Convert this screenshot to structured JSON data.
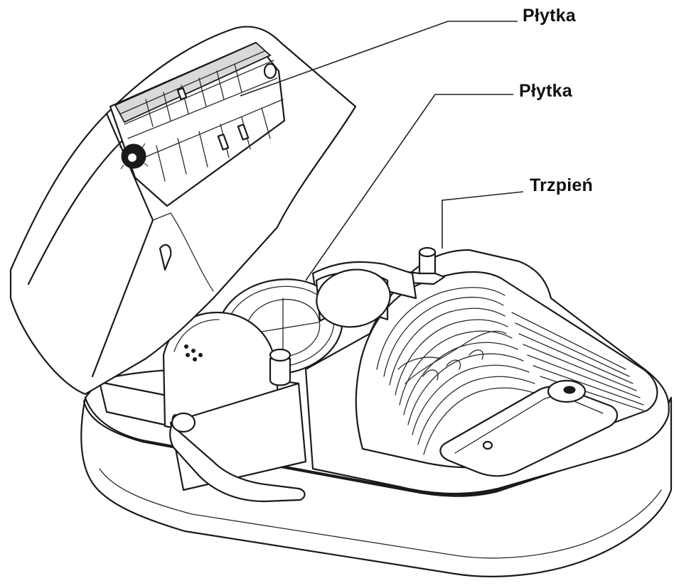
{
  "callouts": [
    {
      "label": "Płytka"
    },
    {
      "label": "Płytka"
    },
    {
      "label": "Trzpień"
    }
  ],
  "colors": {
    "line": "#1a1a1a",
    "background": "#ffffff"
  }
}
